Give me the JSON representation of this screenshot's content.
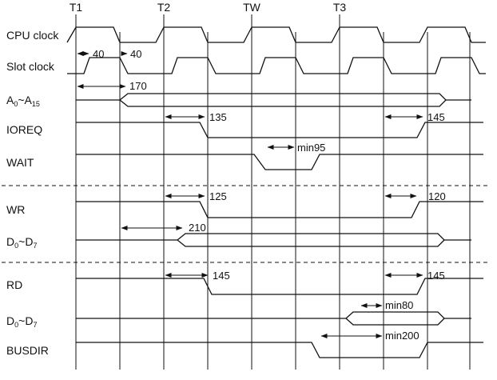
{
  "phases": [
    "T1",
    "T2",
    "TW",
    "T3"
  ],
  "signals": {
    "cpu_clock": "CPU clock",
    "slot_clock": "Slot clock",
    "addr_main": "A",
    "addr_sub0": "0",
    "addr_tilde": "~",
    "addr_main2": "A",
    "addr_sub1": "15",
    "ioreq": "IOREQ",
    "wait": "WAIT",
    "wr": "WR",
    "data_w_main": "D",
    "data_w_sub0": "0",
    "data_w_tilde": "~",
    "data_w_main2": "D",
    "data_w_sub1": "7",
    "rd": "RD",
    "data_r_main": "D",
    "data_r_sub0": "0",
    "data_r_tilde": "~",
    "data_r_main2": "D",
    "data_r_sub1": "7",
    "busdir": "BUSDIR"
  },
  "timings": {
    "cpu_slot_high": "40",
    "cpu_slot_low": "40",
    "addr_valid": "170",
    "ioreq_fall": "135",
    "ioreq_rise": "145",
    "wait_min": "min95",
    "wr_fall": "125",
    "wr_rise": "120",
    "data_w_valid": "210",
    "rd_fall": "145",
    "rd_rise": "145",
    "data_r_min": "min80",
    "busdir_min": "min200"
  }
}
